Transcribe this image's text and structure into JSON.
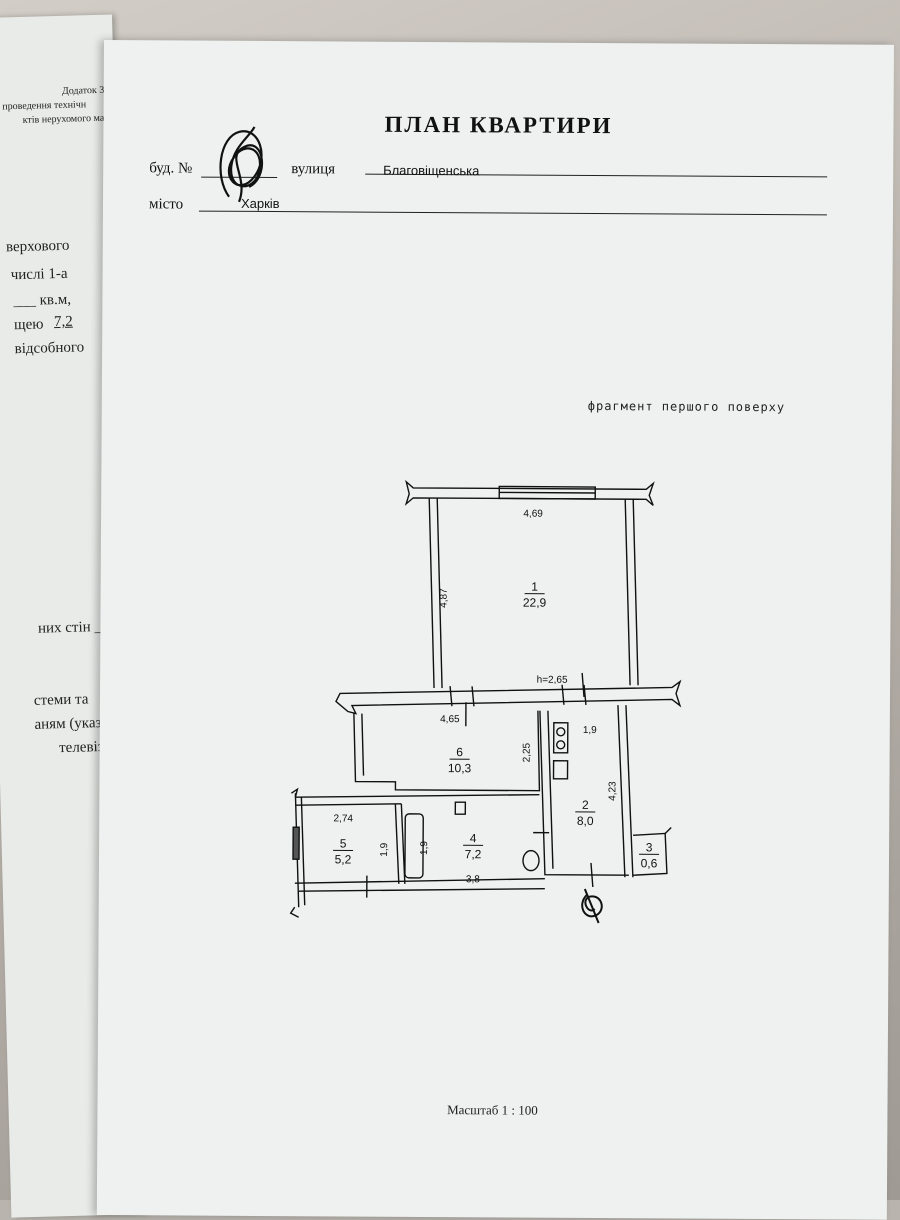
{
  "left_page": {
    "header": [
      "Додаток 3",
      "проведення технічн",
      "ктів нерухомого майн"
    ],
    "lines": [
      "верхового",
      "числі   1-а",
      "___ кв.м,",
      "щею",
      "7,2",
      "відсобного",
      "них  стін  __",
      "стеми та",
      "аням (указати",
      "телевізійною"
    ]
  },
  "document": {
    "title": "ПЛАН КВАРТИРИ",
    "building_label": "буд. №",
    "street_label": "вулиця",
    "street_value": "Благовіщенська",
    "city_label": "місто",
    "city_value": "Харків",
    "fragment_label": "фрагмент першого поверху",
    "scale": "Масштаб 1 : 100"
  },
  "plan": {
    "ceiling_height": "h=2,65",
    "rooms": [
      {
        "number": "1",
        "area": "22,9"
      },
      {
        "number": "2",
        "area": "8,0"
      },
      {
        "number": "3",
        "area": "0,6"
      },
      {
        "number": "4",
        "area": "7,2"
      },
      {
        "number": "5",
        "area": "5,2"
      },
      {
        "number": "6",
        "area": "10,3"
      }
    ],
    "dimensions": {
      "room1_width": "4,69",
      "room1_depth": "4,87",
      "room6_width": "4,65",
      "room6_depth": "2,25",
      "room2_width": "1,9",
      "room2_depth": "4,23",
      "room5_width": "2,74",
      "room5_depth": "1,9",
      "room4_depth": "1,9",
      "room4_width": "3,8"
    }
  }
}
